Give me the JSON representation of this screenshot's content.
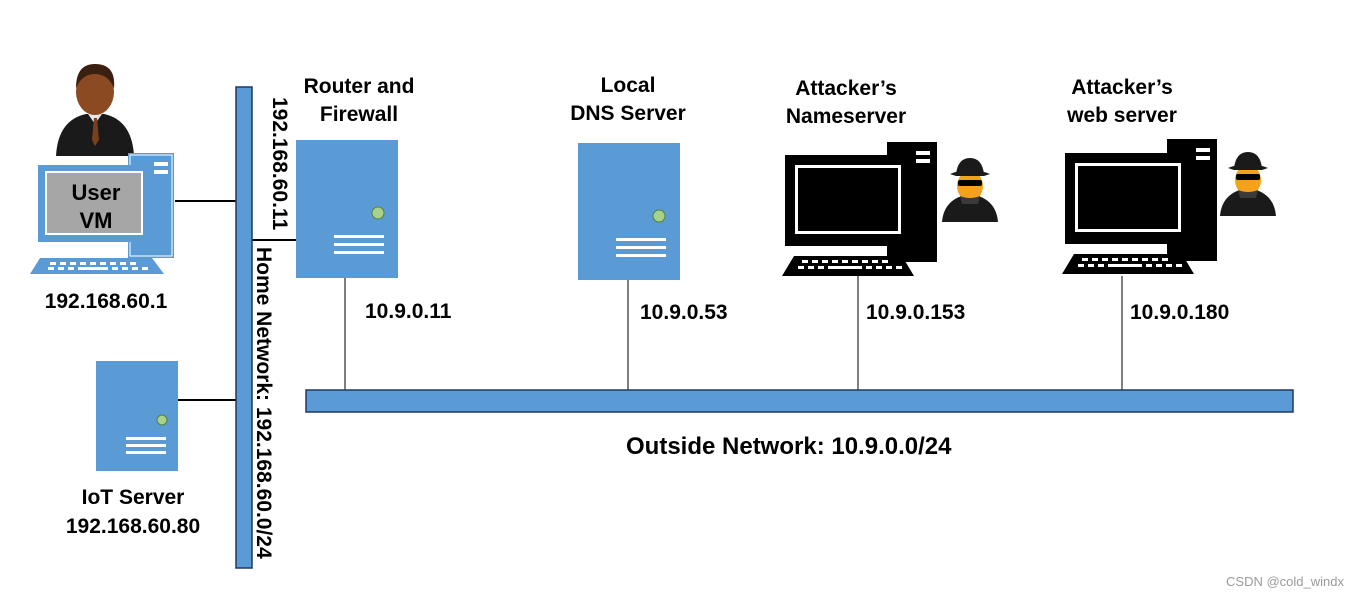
{
  "diagram": {
    "home_network": {
      "label": "Home Network: 192.168.60.0/24",
      "router_ip": "192.168.60.11",
      "color": "#5b9bd5"
    },
    "outside_network": {
      "label": "Outside Network: 10.9.0.0/24",
      "color": "#5b9bd5"
    },
    "user_vm": {
      "screen_label_line1": "User",
      "screen_label_line2": "VM",
      "ip": "192.168.60.1",
      "icons": [
        "person-icon",
        "desktop-computer-icon"
      ]
    },
    "iot_server": {
      "name": "IoT Server",
      "ip": "192.168.60.80",
      "icon": "server-icon"
    },
    "router": {
      "name_line1": "Router and",
      "name_line2": "Firewall",
      "ip": "10.9.0.11",
      "icon": "server-icon"
    },
    "local_dns": {
      "name_line1": "Local",
      "name_line2": "DNS Server",
      "ip": "10.9.0.53",
      "icon": "server-icon"
    },
    "attacker_ns": {
      "name_line1": "Attacker’s",
      "name_line2": "Nameserver",
      "ip": "10.9.0.153",
      "icons": [
        "computer-icon",
        "spy-icon"
      ]
    },
    "attacker_web": {
      "name_line1": "Attacker’s",
      "name_line2": "web server",
      "ip": "10.9.0.180",
      "icons": [
        "computer-icon",
        "spy-icon"
      ]
    },
    "watermark": "CSDN @cold_windx",
    "colors": {
      "server_blue": "#5b9bd5",
      "link_gray": "#7f7f7f",
      "led_green": "#a9d18e"
    }
  }
}
